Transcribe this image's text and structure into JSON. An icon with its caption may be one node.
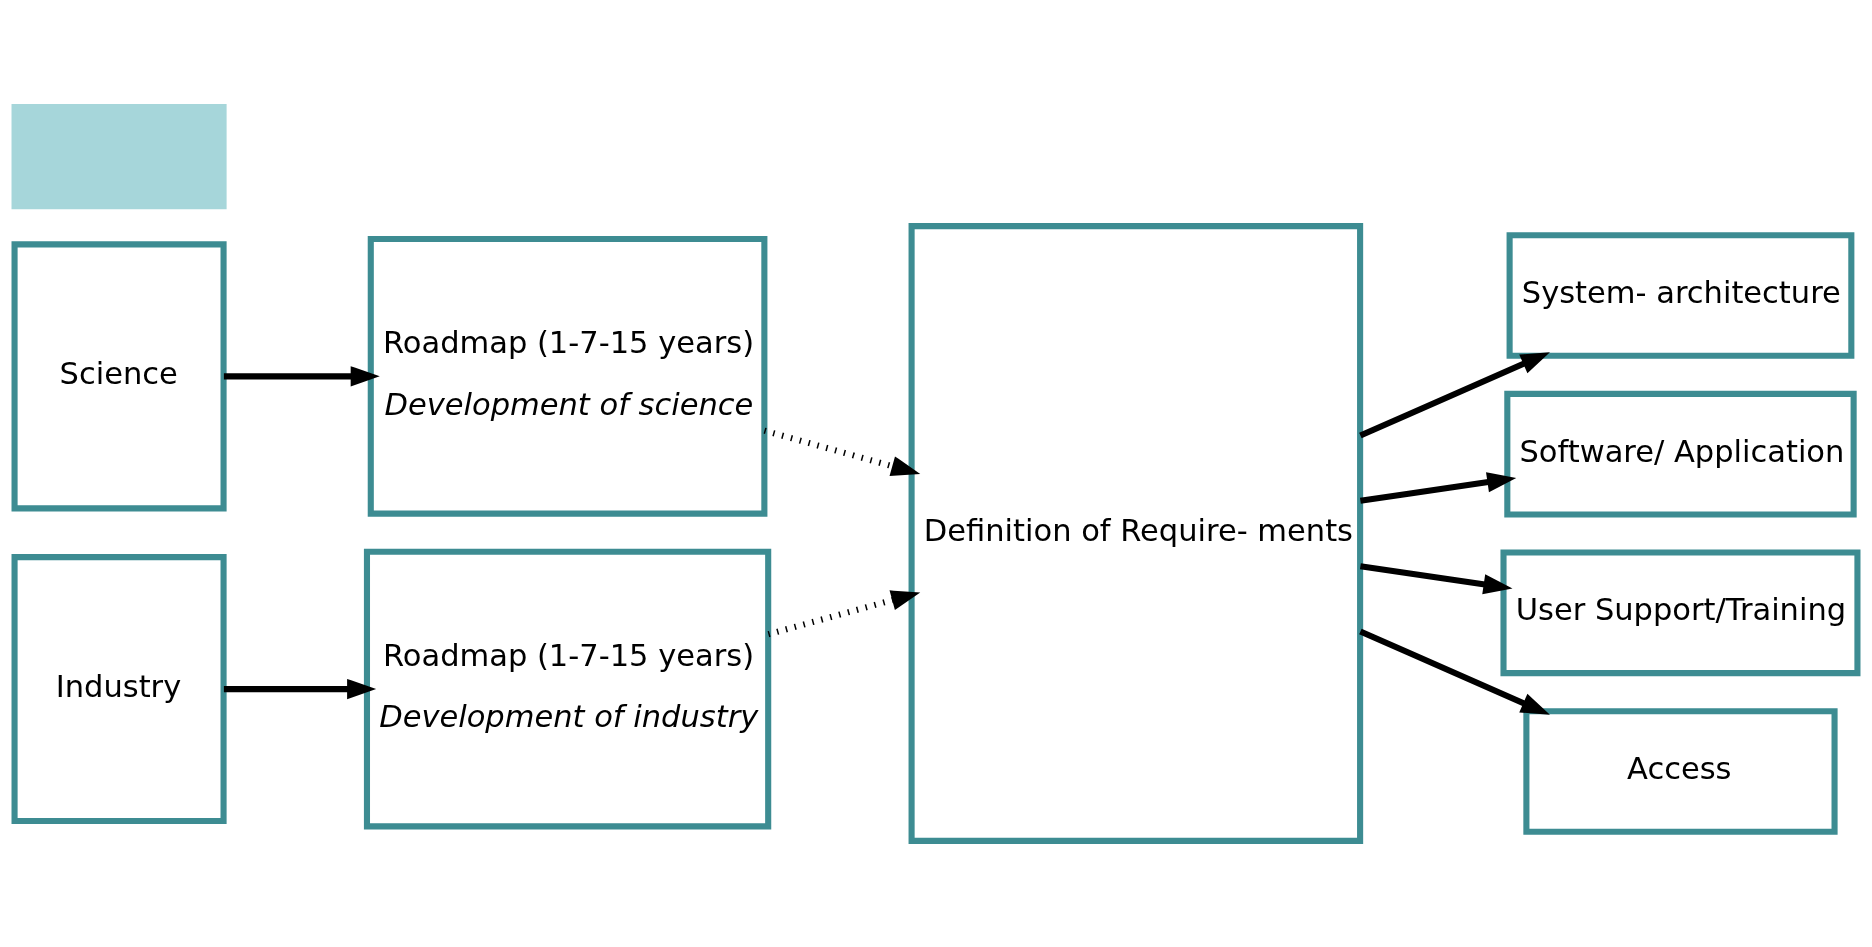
{
  "diagram": {
    "nodes": [
      {
        "text": [
          "Science"
        ]
      },
      {
        "text": [],
        "shape": "bar"
      },
      {
        "text": [
          "Industry"
        ]
      },
      {
        "text": [
          "Roadmap (1-7-15 years)",
          "Development of science"
        ]
      },
      {
        "text": [
          "Roadmap (1-7-15 years)",
          "Development of industry"
        ]
      },
      {
        "text": [
          "Definition of Require- ments"
        ]
      },
      {
        "text": [
          "System- architecture"
        ]
      },
      {
        "text": [
          "Software/ Application"
        ]
      },
      {
        "text": [
          "User Support/Training"
        ]
      },
      {
        "text": [
          "Access"
        ]
      }
    ],
    "edges": [
      {
        "from": 0,
        "to": 3,
        "arrow": "to"
      },
      {
        "from": 2,
        "to": 4,
        "arrow": "to"
      },
      {
        "from": 3,
        "to": 5,
        "arrow": "to",
        "style": "dashed"
      },
      {
        "from": 4,
        "to": 5,
        "arrow": "to",
        "style": "dashed"
      },
      {
        "from": 5,
        "to": 6,
        "arrow": "to"
      },
      {
        "from": 5,
        "to": 7,
        "arrow": "to"
      },
      {
        "from": 5,
        "to": 8,
        "arrow": "to"
      },
      {
        "from": 5,
        "to": 9,
        "arrow": "to"
      }
    ]
  }
}
